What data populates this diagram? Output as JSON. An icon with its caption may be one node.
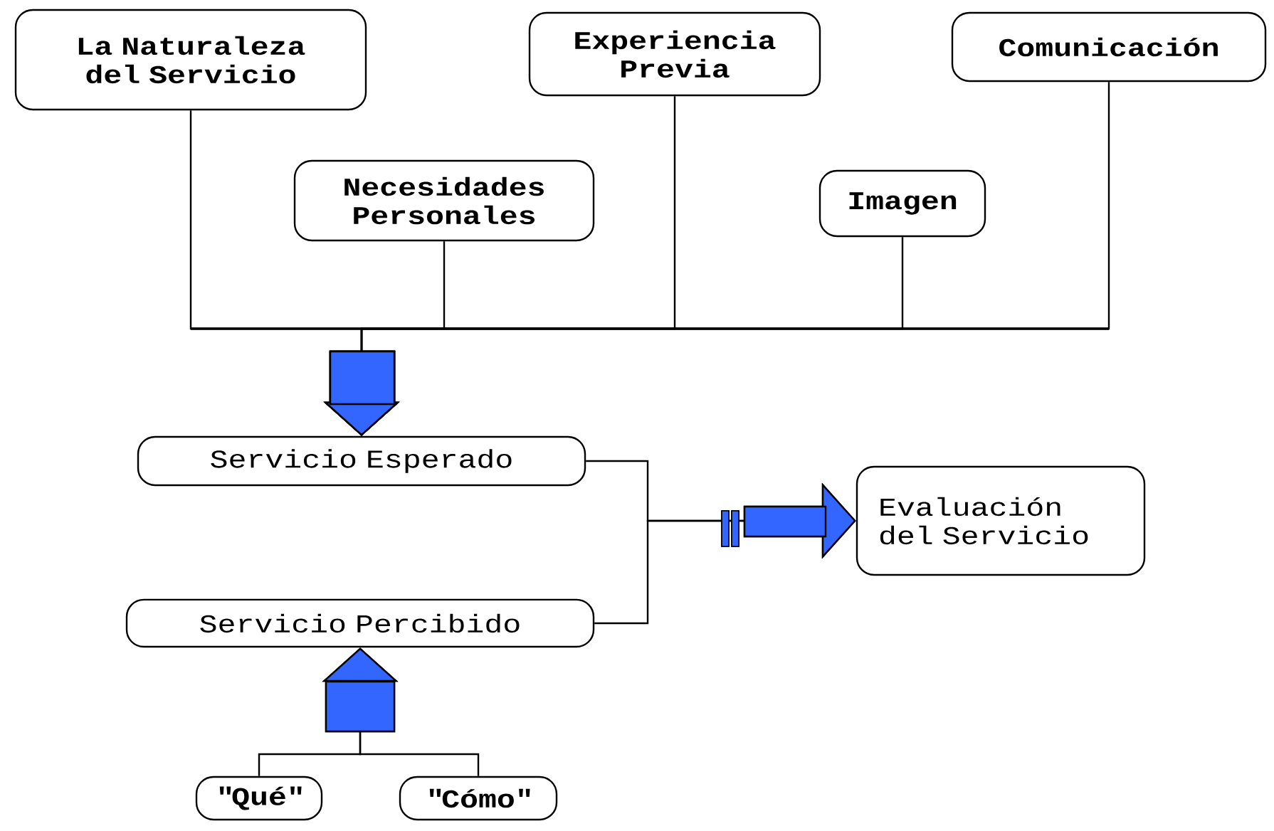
{
  "diagram": {
    "nodes": [
      {
        "text": [
          "La Naturaleza del Servicio"
        ]
      },
      {
        "text": [
          "Experiencia Previa"
        ]
      },
      {
        "text": [
          "Comunicación"
        ]
      },
      {
        "text": [
          "Necesidades Personales"
        ]
      },
      {
        "text": [
          "Imagen"
        ]
      },
      {
        "text": [
          "Servicio Esperado"
        ]
      },
      {
        "text": [
          "Servicio Percibido"
        ]
      },
      {
        "text": [
          "Evaluación del Servicio"
        ]
      },
      {
        "text": [
          "\"Qué\""
        ]
      },
      {
        "text": [
          "\"Cómo\""
        ]
      }
    ],
    "edges": [
      {
        "from": 0,
        "to": 5,
        "arrow": "to"
      },
      {
        "from": 3,
        "to": 5,
        "arrow": "to"
      },
      {
        "from": 1,
        "to": 5,
        "arrow": "to"
      },
      {
        "from": 4,
        "to": 5,
        "arrow": "to"
      },
      {
        "from": 2,
        "to": 5,
        "arrow": "to"
      },
      {
        "from": 5,
        "to": 7,
        "arrow": "to"
      },
      {
        "from": 6,
        "to": 7,
        "arrow": "to"
      },
      {
        "from": 8,
        "to": 6,
        "arrow": "to"
      },
      {
        "from": 9,
        "to": 6,
        "arrow": "to"
      }
    ]
  }
}
